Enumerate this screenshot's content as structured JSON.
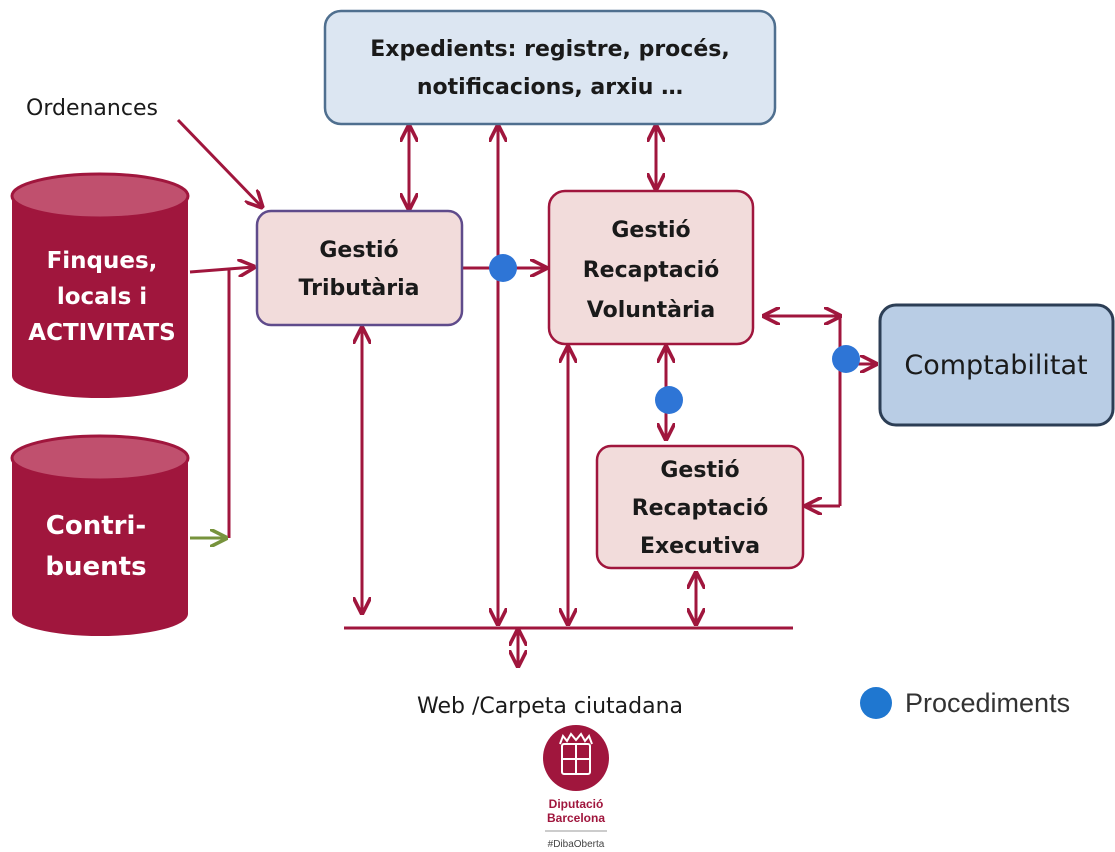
{
  "nodes": {
    "expedients": {
      "lines": [
        "Expedients: registre, procés,",
        "notificacions, arxiu …"
      ]
    },
    "gestio_tributaria": {
      "lines": [
        "Gestió",
        "Tributària"
      ]
    },
    "gestio_recaptacio_voluntaria": {
      "lines": [
        "Gestió",
        "Recaptació",
        "Voluntària"
      ]
    },
    "gestio_recaptacio_executiva": {
      "lines": [
        "Gestió",
        "Recaptació",
        "Executiva"
      ]
    },
    "comptabilitat": {
      "label": "Comptabilitat"
    }
  },
  "databases": {
    "finques": {
      "lines": [
        "Finques,",
        "locals i",
        "ACTIVITATS"
      ]
    },
    "contribuents": {
      "lines": [
        "Contri-",
        "buents"
      ]
    }
  },
  "labels": {
    "ordenances": "Ordenances",
    "web": "Web /Carpeta ciutadana"
  },
  "legend": {
    "label": "Procediments",
    "color": "#1f77d0"
  },
  "logo": {
    "line1": "Diputació",
    "line2": "Barcelona",
    "tag": "#DibaOberta"
  },
  "colors": {
    "arrow": "#a0163d",
    "db_fill": "#a0163d",
    "process_fill": "#f2dcdb",
    "blue_fill": "#dce6f2",
    "comptabilitat_fill": "#b9cde5",
    "dot": "#2e75d6",
    "green_arrow": "#77933c"
  }
}
